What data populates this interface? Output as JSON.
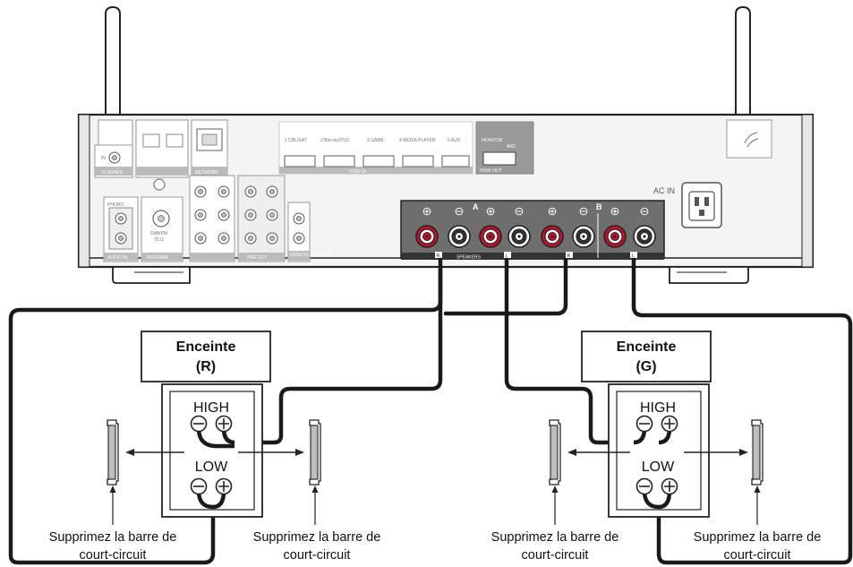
{
  "speaker_r": {
    "title": "Enceinte",
    "channel": "(R)",
    "high": "HIGH",
    "low": "LOW"
  },
  "speaker_g": {
    "title": "Enceinte",
    "channel": "(G)",
    "high": "HIGH",
    "low": "LOW"
  },
  "notes": {
    "line1": "Supprimez la barre de",
    "line2": "court-circuit"
  },
  "receiver": {
    "ac_in": "AC IN",
    "speakers": "SPEAKERS",
    "group_a": "A",
    "group_b": "B",
    "network": "NETWORK",
    "flasher": "FLASHER",
    "flasher_in": "IN",
    "antenna": "ANTENNA",
    "audio_in": "AUDIO IN",
    "phono": "PHONO",
    "dab_fm": "DAB/FM",
    "ohm": "75 Ω",
    "pre_out": "PRE OUT",
    "remote_control": "REMOTE CONTROL",
    "hdmi_in": "HDMI IN",
    "hdmi_out": "HDMI OUT",
    "monitor": "MONITOR",
    "arc": "ARC",
    "hdmi_labels": [
      "1 CBL/SAT",
      "2 Blu-ray/DVD",
      "3 GAME",
      "4 MEDIA PLAYER",
      "5 AUX"
    ],
    "channel_r": "R",
    "channel_l": "L"
  },
  "colors": {
    "red_terminal": "#c8102e",
    "panel": "#f2f2f2",
    "cable": "#1a1a1a"
  }
}
